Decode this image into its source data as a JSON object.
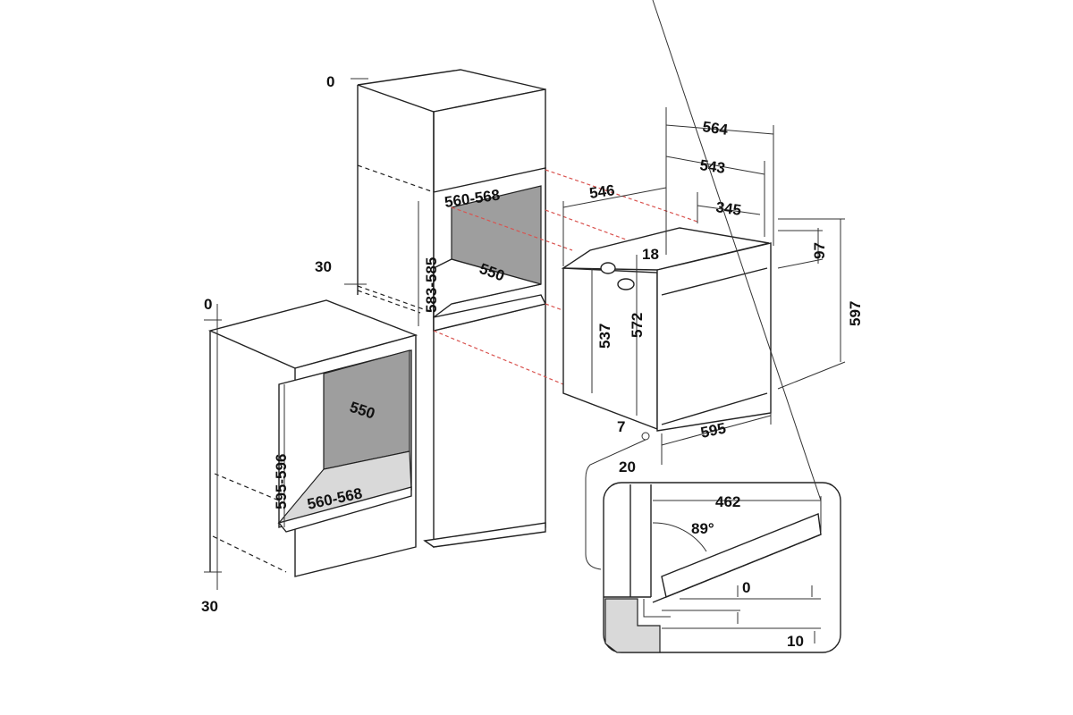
{
  "diagram": {
    "title": "Built-in oven installation dimensions",
    "colors": {
      "line": "#222222",
      "niche": "#9e9e9e",
      "guide": "#d9534f"
    },
    "tall_cabinet": {
      "top_clearance": "0",
      "side_clearance": "30",
      "niche_height": "583-585",
      "niche_width": "560-568",
      "niche_depth": "550"
    },
    "base_cabinet": {
      "top_clearance": "0",
      "bottom_clearance": "30",
      "niche_height": "595-596",
      "niche_width": "560-568",
      "niche_depth": "550"
    },
    "oven": {
      "overall_depth": "564",
      "body_depth": "543",
      "case_depth": "546",
      "rear_depth": "345",
      "top_offset": "18",
      "panel_top": "97",
      "body_height": "537",
      "case_height": "572",
      "front_height": "597",
      "bottom_gap": "7",
      "front_width": "595",
      "door_thickness": "20"
    },
    "door_detail": {
      "open_depth": "462",
      "angle": "89°",
      "offset_top": "0",
      "offset_bottom": "10"
    }
  }
}
